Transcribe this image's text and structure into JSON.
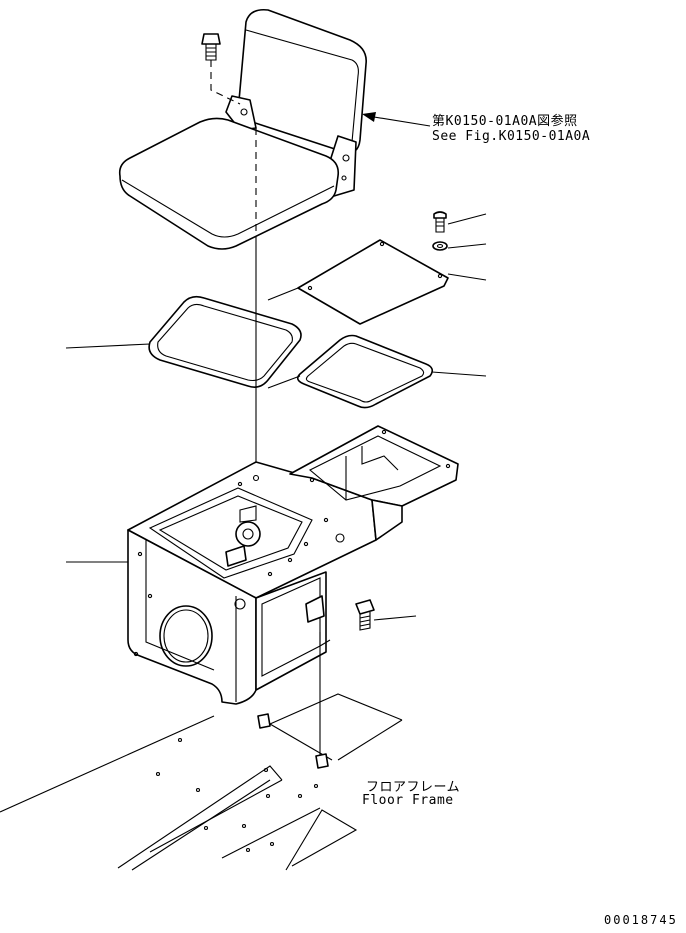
{
  "callouts": {
    "seat_ref_jp": "第K0150-01A0A図参照",
    "seat_ref_en": "See Fig.K0150-01A0A",
    "floor_frame_jp": "フロアフレーム",
    "floor_frame_en": "Floor Frame"
  },
  "drawing_number": "00018745"
}
